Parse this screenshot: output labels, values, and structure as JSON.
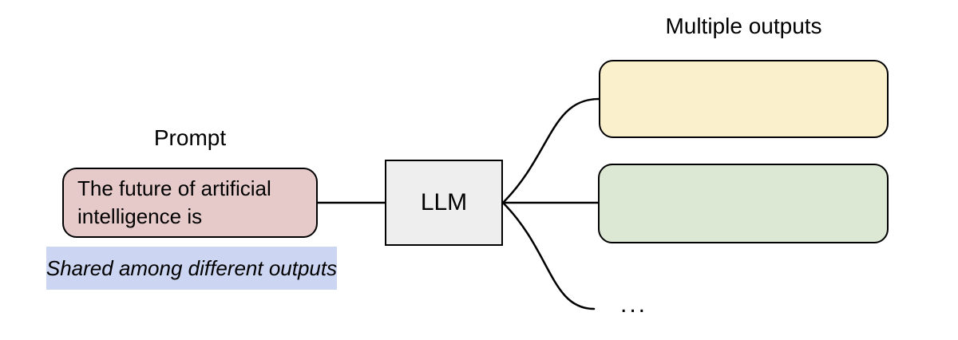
{
  "diagram": {
    "prompt_label": "Prompt",
    "prompt_text_lines": [
      "The future of artificial",
      "intelligence is"
    ],
    "prompt_text": "The future of artificial intelligence is",
    "shared_note": "Shared among different outputs",
    "llm_label": "LLM",
    "outputs_label": "Multiple outputs",
    "ellipsis": "...",
    "colors": {
      "prompt_fill": "#e6caca",
      "llm_fill": "#eeeeee",
      "output1_fill": "#faf0cb",
      "output2_fill": "#dde8d4",
      "note_highlight": "#ccd6f2",
      "stroke": "#000000"
    }
  }
}
